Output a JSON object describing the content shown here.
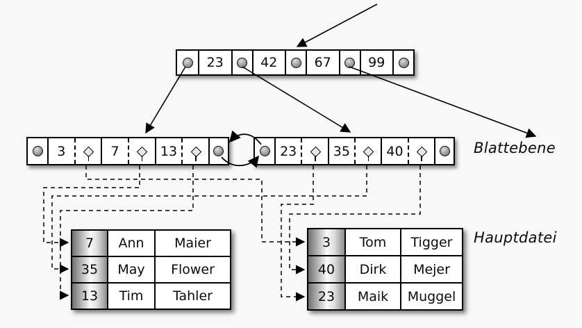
{
  "diagram": {
    "title_hint": "B+-tree with leaf level and main file (German labels)",
    "labels": {
      "leaf_level": "Blattebene",
      "main_file": "Hauptdatei"
    },
    "root_node": {
      "keys": [
        "23",
        "42",
        "67",
        "99"
      ]
    },
    "leaf_nodes": {
      "left": {
        "keys": [
          "3",
          "7",
          "13"
        ]
      },
      "right": {
        "keys": [
          "23",
          "35",
          "40"
        ]
      }
    },
    "tables": {
      "left": {
        "rows": [
          {
            "key": "7",
            "first": "Ann",
            "last": "Maier"
          },
          {
            "key": "35",
            "first": "May",
            "last": "Flower"
          },
          {
            "key": "13",
            "first": "Tim",
            "last": "Tahler"
          }
        ]
      },
      "right": {
        "rows": [
          {
            "key": "3",
            "first": "Tom",
            "last": "Tigger"
          },
          {
            "key": "40",
            "first": "Dirk",
            "last": "Mejer"
          },
          {
            "key": "23",
            "first": "Maik",
            "last": "Muggel"
          }
        ]
      }
    },
    "tree_edges": [
      {
        "from": "root-pointer-1",
        "to": "left-leaf"
      },
      {
        "from": "root-pointer-2",
        "to": "right-leaf"
      },
      {
        "from": "root-pointer-4",
        "to": "offscreen-right"
      },
      {
        "from": "left-leaf",
        "to": "right-leaf",
        "type": "doubly-linked"
      }
    ],
    "record_pointers": [
      {
        "leaf_key": "3",
        "table": "right",
        "row_key": "3"
      },
      {
        "leaf_key": "7",
        "table": "left",
        "row_key": "7"
      },
      {
        "leaf_key": "13",
        "table": "left",
        "row_key": "13"
      },
      {
        "leaf_key": "23",
        "table": "right",
        "row_key": "23"
      },
      {
        "leaf_key": "35",
        "table": "left",
        "row_key": "35"
      },
      {
        "leaf_key": "40",
        "table": "right",
        "row_key": "40"
      }
    ],
    "icons": {
      "pointer_circle": "node-pointer-circle",
      "record_diamond": "record-pointer-diamond"
    },
    "colors": {
      "background": "#f8f8f8",
      "node_fill": "#ffffff",
      "border": "#000000",
      "pointer_circle": "#8a8a8a",
      "diamond_fill": "#e9e9e9",
      "key_column_gradient": [
        "#6f6f6f",
        "#fafafa",
        "#8d8d8d"
      ]
    }
  }
}
